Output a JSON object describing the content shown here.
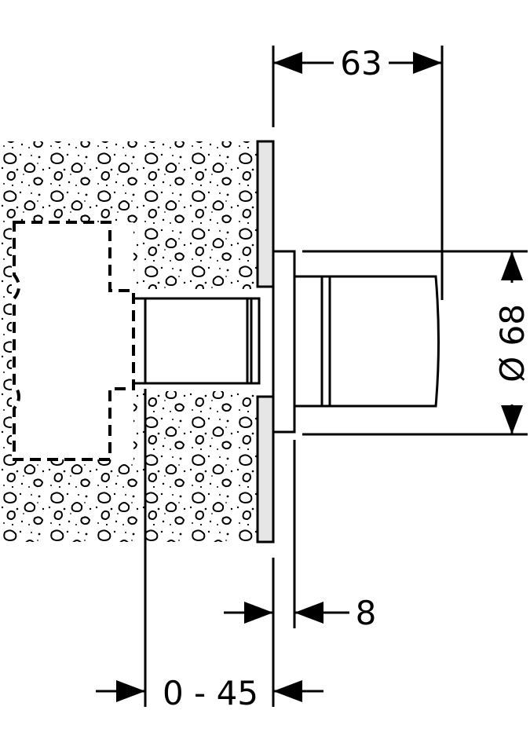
{
  "drawing": {
    "dimensions": {
      "depth_total": "63",
      "diameter": "Ø 68",
      "escutcheon_offset": "8",
      "installation_depth": "0 - 45"
    }
  }
}
